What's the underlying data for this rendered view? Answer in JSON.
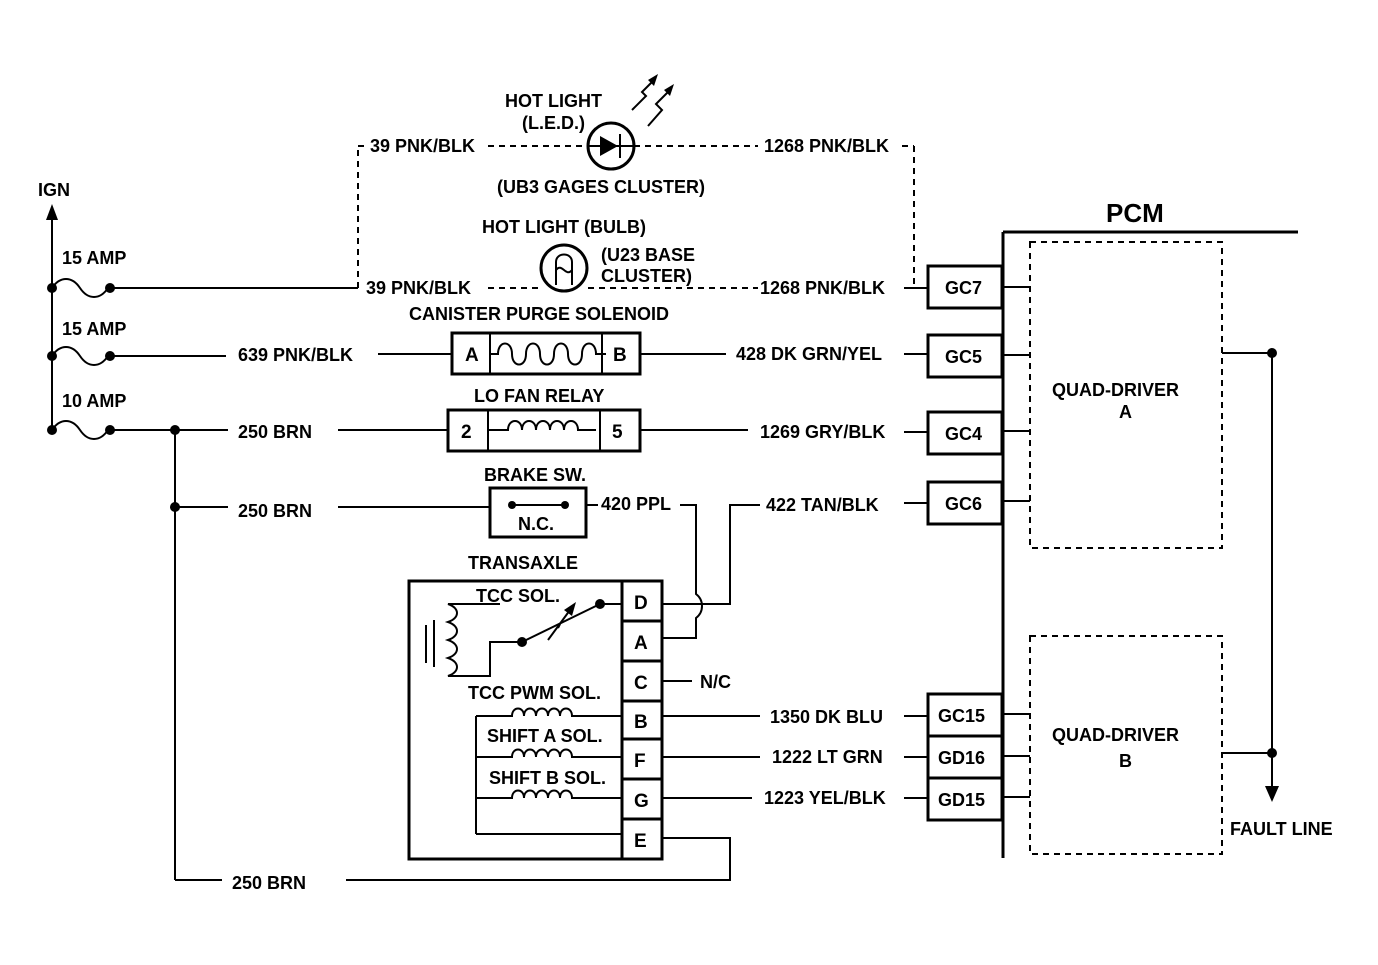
{
  "power": {
    "ign": "IGN",
    "fuses": [
      "15 AMP",
      "15 AMP",
      "10 AMP"
    ]
  },
  "components": {
    "hot_led_title": "HOT LIGHT",
    "hot_led_sub": "(L.E.D.)",
    "ub3_cluster": "(UB3 GAGES CLUSTER)",
    "hot_bulb_title": "HOT LIGHT (BULB)",
    "u23_line1": "(U23 BASE",
    "u23_line2": "CLUSTER)",
    "canister": "CANISTER PURGE SOLENOID",
    "canister_pins": [
      "A",
      "B"
    ],
    "lo_fan": "LO FAN RELAY",
    "lo_fan_pins": [
      "2",
      "5"
    ],
    "brake_sw": "BRAKE SW.",
    "brake_nc": "N.C.",
    "transaxle": "TRANSAXLE",
    "tcc_sol": "TCC SOL.",
    "tcc_pwm_sol": "TCC PWM SOL.",
    "shift_a_sol": "SHIFT A SOL.",
    "shift_b_sol": "SHIFT B SOL.",
    "transaxle_pins": [
      "D",
      "A",
      "C",
      "B",
      "F",
      "G",
      "E"
    ],
    "nc": "N/C"
  },
  "wires": {
    "w39_top": "39 PNK/BLK",
    "w1268_top": "1268 PNK/BLK",
    "w39_mid": "39 PNK/BLK",
    "w1268_mid": "1268 PNK/BLK",
    "w639": "639 PNK/BLK",
    "w428": "428 DK GRN/YEL",
    "w250_a": "250 BRN",
    "w1269": "1269 GRY/BLK",
    "w250_b": "250 BRN",
    "w420": "420 PPL",
    "w422": "422  TAN/BLK",
    "w1350": "1350 DK BLU",
    "w1222": "1222 LT GRN",
    "w1223": "1223 YEL/BLK",
    "w250_c": "250 BRN"
  },
  "pcm": {
    "title": "PCM",
    "connectors": [
      "GC7",
      "GC5",
      "GC4",
      "GC6",
      "GC15",
      "GD16",
      "GD15"
    ],
    "quad_a_line1": "QUAD-DRIVER",
    "quad_a_line2": "A",
    "quad_b_line1": "QUAD-DRIVER",
    "quad_b_line2": "B",
    "fault_line": "FAULT LINE"
  }
}
